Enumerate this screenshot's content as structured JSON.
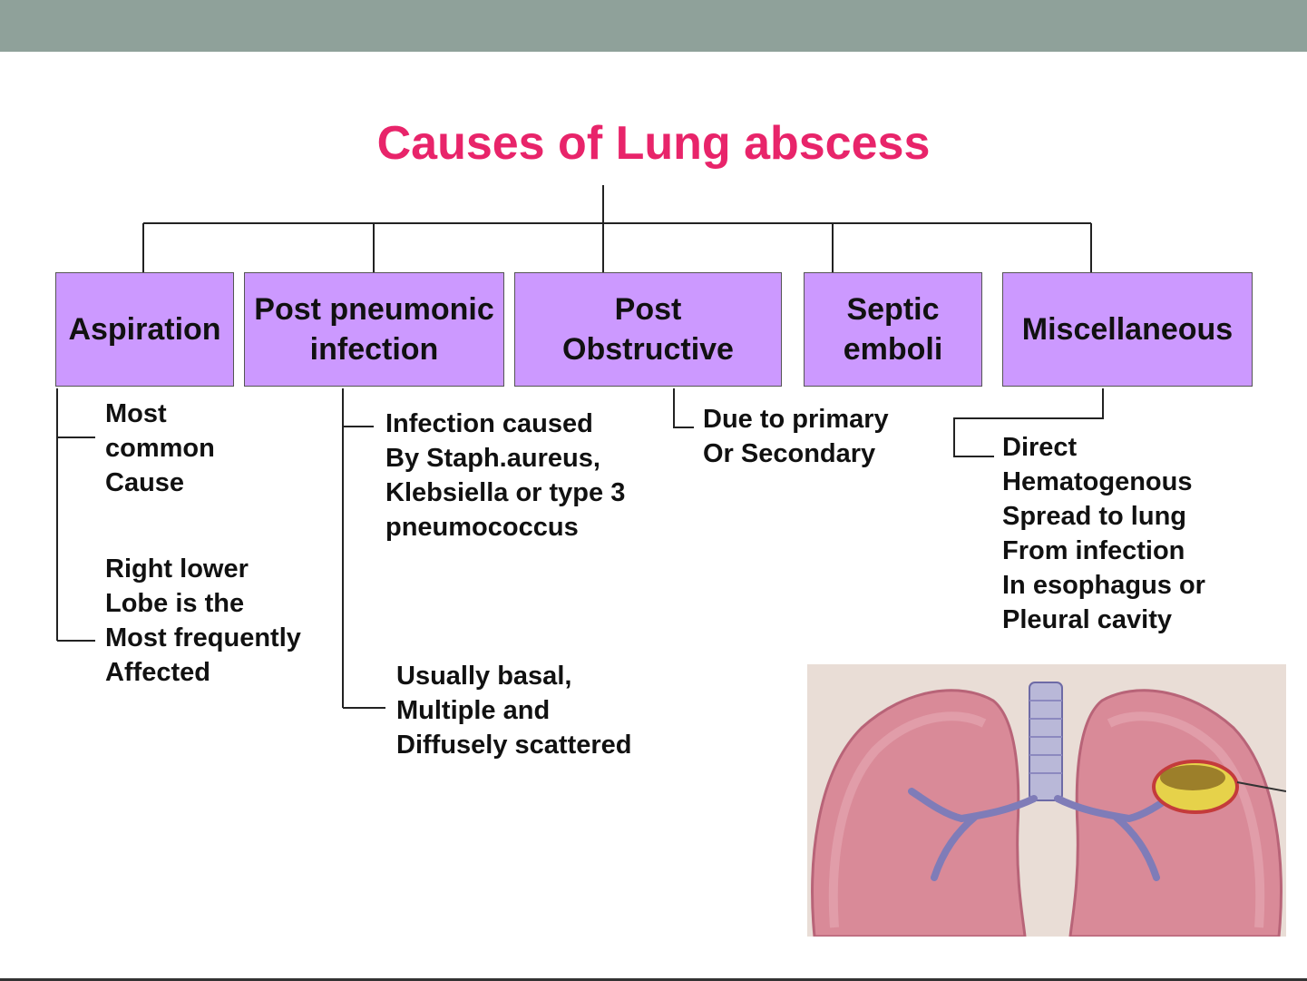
{
  "title": "Causes of Lung abscess",
  "categories": [
    {
      "lines": [
        "Aspiration"
      ]
    },
    {
      "lines": [
        "Post pneumonic",
        "infection"
      ]
    },
    {
      "lines": [
        "Post",
        "Obstructive"
      ]
    },
    {
      "lines": [
        "Septic",
        "emboli"
      ]
    },
    {
      "lines": [
        "Miscellaneous"
      ]
    }
  ],
  "notes": {
    "aspiration_1": [
      "Most",
      "common",
      "Cause"
    ],
    "aspiration_2": [
      "Right lower",
      "Lobe is the",
      "Most frequently",
      "Affected"
    ],
    "pneumonic_1": [
      "Infection caused",
      "By Staph.aureus,",
      "Klebsiella or type 3",
      "pneumococcus"
    ],
    "pneumonic_2": [
      "Usually basal,",
      "Multiple and",
      "Diffusely scattered"
    ],
    "obstructive": [
      "Due to primary",
      "Or Secondary"
    ],
    "misc": [
      "Direct",
      "Hematogenous",
      "Spread to lung",
      "From infection",
      "In esophagus or",
      "Pleural cavity"
    ]
  },
  "colors": {
    "title": "#e8246a",
    "box": "#cc99ff",
    "header_bar": "#8fa19a"
  },
  "image": {
    "icon": "lung-illustration"
  }
}
